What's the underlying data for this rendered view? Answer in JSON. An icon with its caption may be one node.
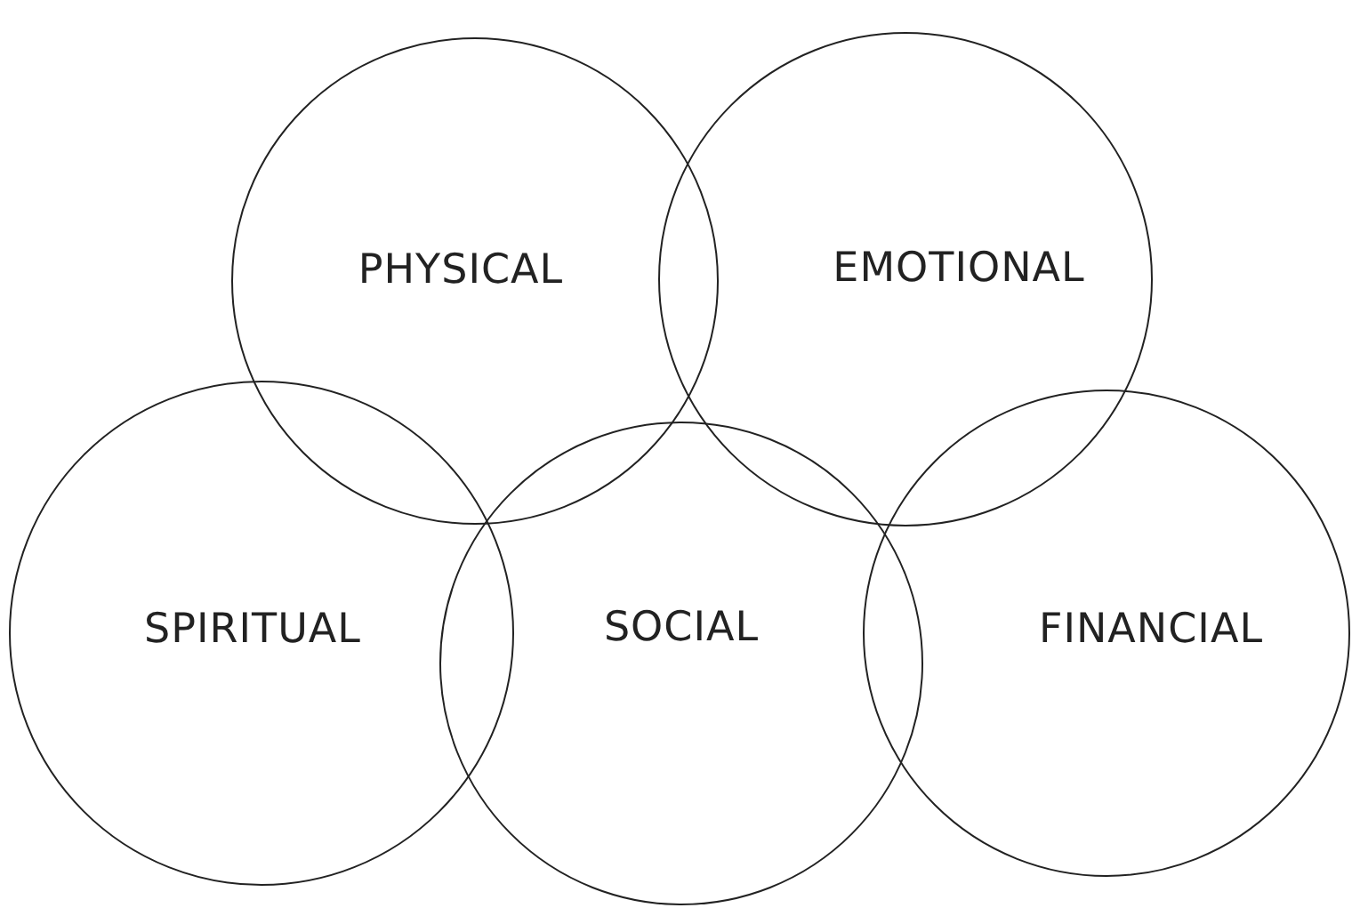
{
  "diagram": {
    "nodes": [
      {
        "text": [
          "PHYSICAL"
        ]
      },
      {
        "text": [
          "EMOTIONAL"
        ]
      },
      {
        "text": [
          "SPIRITUAL"
        ]
      },
      {
        "text": [
          "SOCIAL"
        ]
      },
      {
        "text": [
          "FINANCIAL"
        ]
      }
    ]
  }
}
